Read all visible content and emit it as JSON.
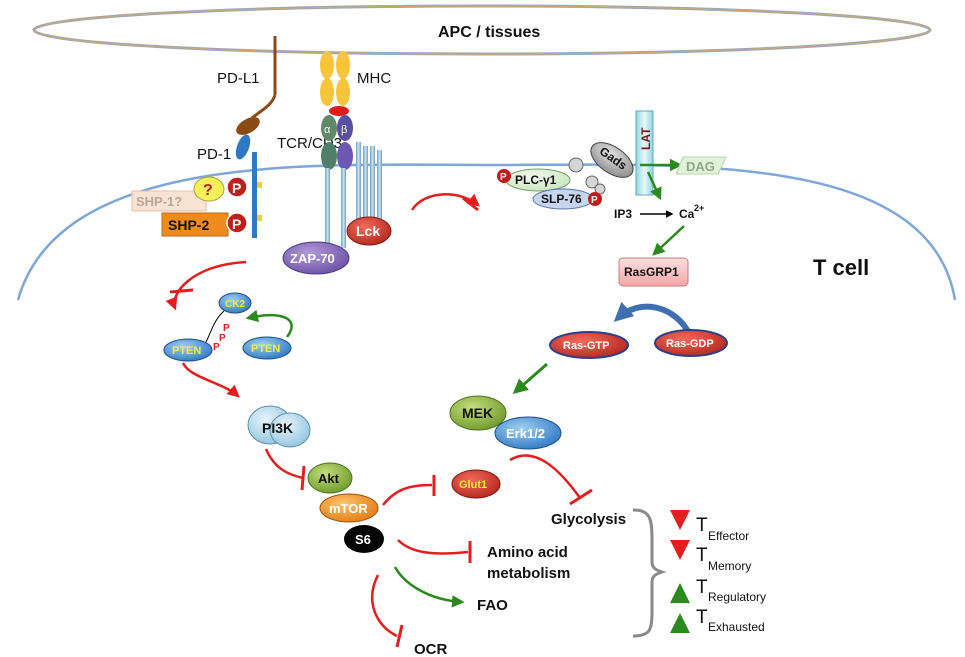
{
  "membrane": {
    "apc_label": "APC / tissues",
    "tcell_label": "T cell"
  },
  "receptors": {
    "pdl1": "PD-L1",
    "pd1": "PD-1",
    "tcr": "TCR/CD3",
    "mhc": "MHC",
    "alpha": "α",
    "beta": "β",
    "shp1": "SHP-1?",
    "shp2": "SHP-2",
    "question": "?",
    "phospho": "P",
    "zap70": "ZAP-70",
    "lck": "Lck"
  },
  "signaling": {
    "lat": "LAT",
    "gads": "Gads",
    "plc": "PLC-γ1",
    "slp76": "SLP-76",
    "dag": "DAG",
    "ip3": "IP3",
    "ca": "Ca",
    "ca_sup": "2+",
    "rasgrp1": "RasGRP1",
    "rasgtp": "Ras-GTP",
    "rasgdp": "Ras-GDP",
    "mek": "MEK",
    "erk": "Erk1/2",
    "glut1": "Glut1",
    "ck2": "CK2",
    "pten": "PTEN",
    "pi3k": "PI3K",
    "akt": "Akt",
    "mtor": "mTOR",
    "s6": "S6"
  },
  "outcomes": {
    "glycolysis": "Glycolysis",
    "amino1": "Amino acid",
    "amino2": "metabolism",
    "fao": "FAO",
    "ocr": "OCR"
  },
  "tcell_subsets": [
    {
      "t": "T",
      "sub": "Effector",
      "direction": "down"
    },
    {
      "t": "T",
      "sub": "Memory",
      "direction": "down"
    },
    {
      "t": "T",
      "sub": "Regulatory",
      "direction": "up"
    },
    {
      "t": "T",
      "sub": "Exhausted",
      "direction": "up"
    }
  ],
  "colors": {
    "inhibit": "#e41e1e",
    "activate": "#2a8a1e",
    "membrane": "#7ea6d8",
    "ras_arrow": "#3f6fb0"
  }
}
